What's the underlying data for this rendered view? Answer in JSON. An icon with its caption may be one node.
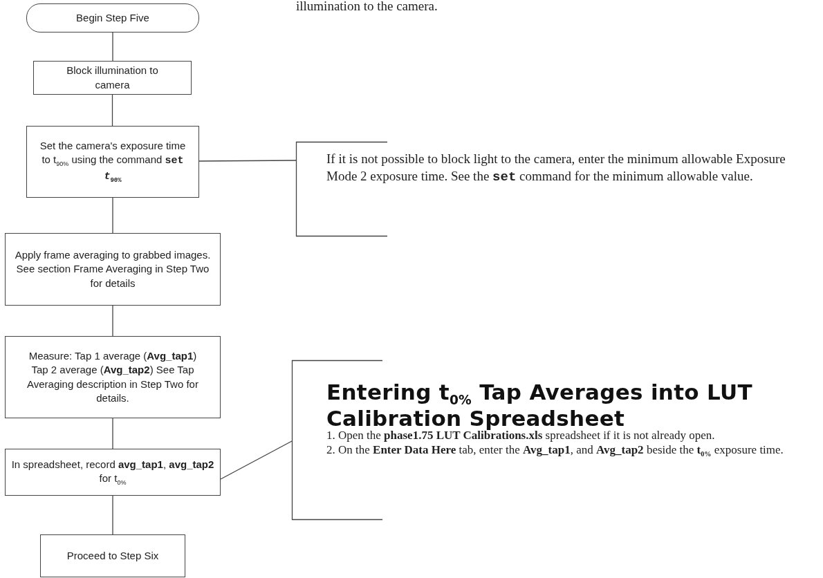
{
  "diagram": {
    "nodes": [
      {
        "text": [
          "Begin Step Five"
        ]
      },
      {
        "text": [
          "Block illumination to camera"
        ]
      },
      {
        "text": [
          "Set the camera's exposure time to t$_{90%}$ using the command **set *t*$_{90%}$**"
        ]
      },
      {
        "text": [
          "Apply frame averaging  to grabbed images. See section Frame Averaging in Step Two for details"
        ]
      },
      {
        "text": [
          "Measure: Tap 1 average (**Avg_tap1**) Tap 2 average (**Avg_tap2**) See Tap Averaging description in Step Two for details."
        ]
      },
      {
        "text": [
          "In spreadsheet, record **avg_tap1**, **avg_tap2** for t$_{0%}$"
        ]
      },
      {
        "text": [
          "Proceed to Step Six"
        ]
      },
      {
        "text": [
          "If it is not possible to block light to the camera, enter the minimum allowable Exposure Mode 2 exposure time. See the **set** command for the minimum allowable value."
        ]
      },
      {
        "text": [
          "Entering t$_{0%}$ Tap Averages into LUT Calibration Spreadsheet",
          "1. Open the **phase1.75 LUT Calibrations.xls** spreadsheet if it is not already open.",
          "2. On the **Enter Data Here** tab, enter the **Avg_tap1**, and **Avg_tap2** beside the **t$_{0%}$** exposure time."
        ]
      }
    ],
    "edges": [
      {
        "from": 0,
        "to": 1,
        "arrow": "none"
      },
      {
        "from": 1,
        "to": 2,
        "arrow": "none"
      },
      {
        "from": 2,
        "to": 3,
        "arrow": "none"
      },
      {
        "from": 3,
        "to": 4,
        "arrow": "none"
      },
      {
        "from": 4,
        "to": 5,
        "arrow": "none"
      },
      {
        "from": 5,
        "to": 6,
        "arrow": "none"
      },
      {
        "from": 2,
        "to": 7,
        "arrow": "none"
      },
      {
        "from": 5,
        "to": 8,
        "arrow": "none"
      }
    ],
    "labels": [
      "illumination to the camera."
    ]
  }
}
